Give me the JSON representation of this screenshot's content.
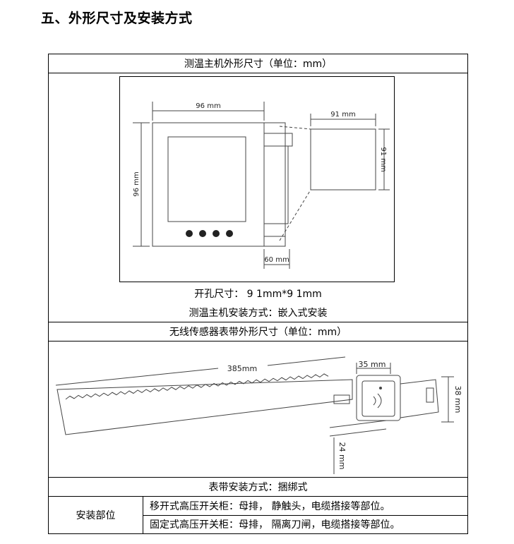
{
  "heading": "五、外形尺寸及安装方式",
  "host": {
    "title": "测温主机外形尺寸（单位：mm）",
    "dim_width": "96 mm",
    "dim_height": "96 mm",
    "dim_cutout_w": "91 mm",
    "dim_cutout_h": "91 mm",
    "dim_depth": "60 mm",
    "cutout_text": "开孔尺寸： 9 1mm*9 1mm",
    "install_text": "测温主机安装方式：嵌入式安装"
  },
  "sensor": {
    "title": "无线传感器表带外形尺寸（单位：mm）",
    "dim_length": "385mm",
    "dim_head_w": "35 mm",
    "dim_head_h": "38 mm",
    "dim_strap_w": "24 mm",
    "install_text": "表带安装方式：捆绑式"
  },
  "location": {
    "label": "安装部位",
    "line1": "移开式高压开关柜：母排，  静触头，电缆搭接等部位。",
    "line2": "固定式高压开关柜：母排，  隔离刀闸，电缆搭接等部位。"
  }
}
